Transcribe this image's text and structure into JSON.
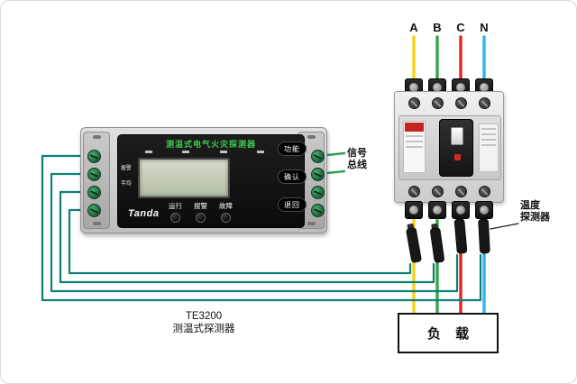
{
  "colors": {
    "phase_a": "#f5d31b",
    "phase_b": "#35a44a",
    "phase_c": "#e2251f",
    "phase_n": "#2fb3e8",
    "bus_wire": "#0f8076",
    "signal_wire": "#2f9e5e",
    "panel_title_green": "#3ecb4e"
  },
  "breaker": {
    "phases": [
      "A",
      "B",
      "C",
      "N"
    ]
  },
  "detector": {
    "title": "测温式电气火灾探测器",
    "brand": "Tanda",
    "lcd_side_labels": [
      "报警",
      "平均"
    ],
    "status_labels": [
      "运行",
      "报警",
      "故障"
    ],
    "buttons": [
      "功能",
      "确认",
      "退回"
    ],
    "caption": {
      "model": "TE3200",
      "name": "测温式探测器"
    }
  },
  "annotations": {
    "signal_bus": [
      "信号",
      "总线"
    ],
    "temp_detector": [
      "温度",
      "探测器"
    ],
    "load": "负 载"
  }
}
